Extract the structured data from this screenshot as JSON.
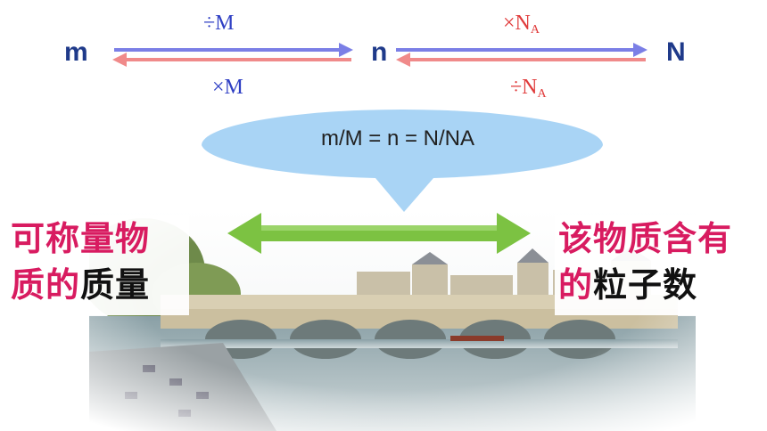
{
  "top_row": {
    "var_m": "m",
    "var_n": "n",
    "var_N": "N",
    "left_top_op": "÷M",
    "left_bottom_op": "×M",
    "right_top_op": "×N",
    "right_top_sub": "A",
    "right_bottom_op": "÷N",
    "right_bottom_sub": "A"
  },
  "callout": {
    "formula": "m/M = n = N/NA"
  },
  "left_label": {
    "line1_red": "可称量物",
    "line2_red": "质的",
    "line2_black": "质量"
  },
  "right_label": {
    "line1_red": "该物质含有",
    "line2_red": "的",
    "line2_black": "粒子数"
  },
  "colors": {
    "forward_arrow": "#7b7fe6",
    "backward_arrow": "#f08a8a",
    "callout_fill": "#a9d4f5",
    "double_arrow": "#7cc242",
    "label_red": "#d81b60"
  }
}
